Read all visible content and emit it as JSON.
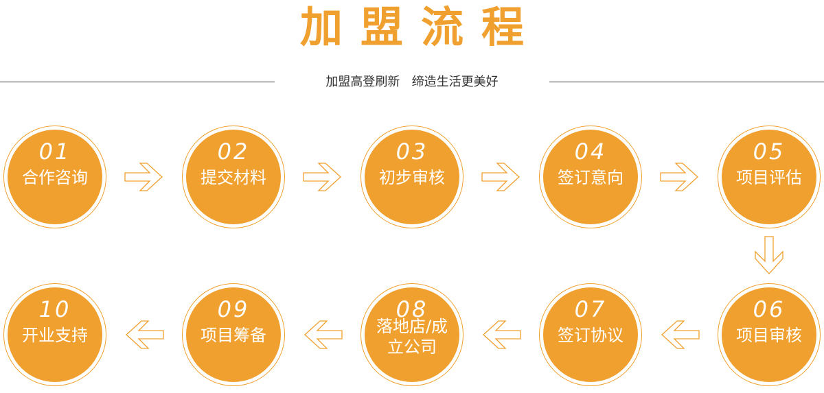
{
  "title": "加盟流程",
  "subtitle": "加盟高登刷新   缔造生活更美好",
  "accent_color": "#f0a02e",
  "steps": [
    {
      "num": "01",
      "label": "合作咨询"
    },
    {
      "num": "02",
      "label": "提交材料"
    },
    {
      "num": "03",
      "label": "初步审核"
    },
    {
      "num": "04",
      "label": "签订意向"
    },
    {
      "num": "05",
      "label": "项目评估"
    },
    {
      "num": "06",
      "label": "项目审核"
    },
    {
      "num": "07",
      "label": "签订协议"
    },
    {
      "num": "08",
      "label": "落地店/成立公司"
    },
    {
      "num": "09",
      "label": "项目筹备"
    },
    {
      "num": "10",
      "label": "开业支持"
    }
  ]
}
